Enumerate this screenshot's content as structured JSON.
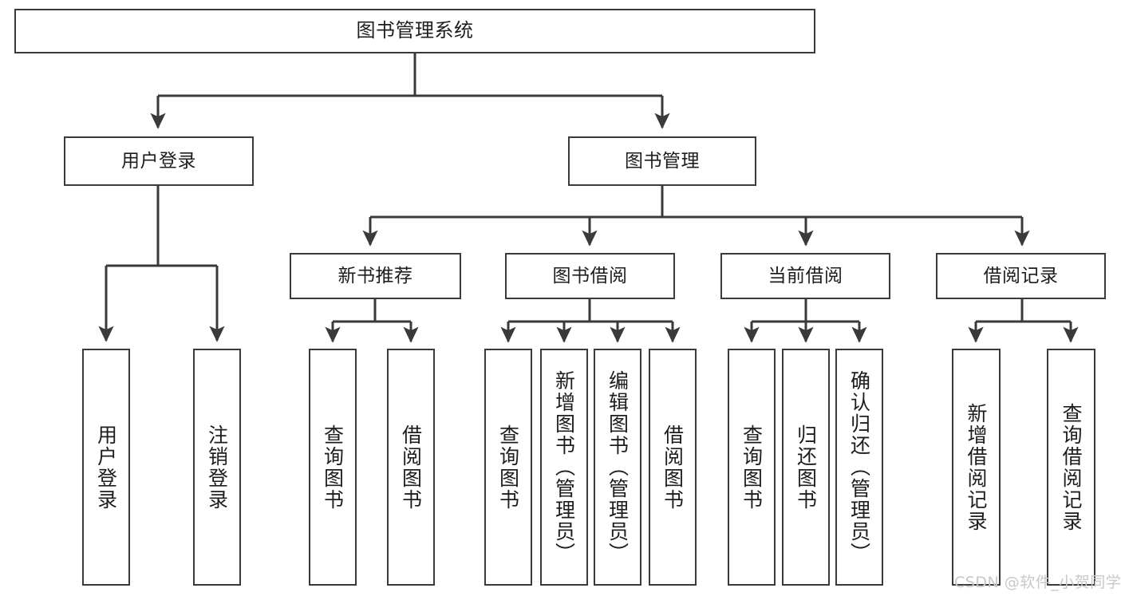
{
  "diagram": {
    "title": "图书管理系统",
    "watermark": "CSDN @软件_小贺同学",
    "colors": {
      "stroke": "#3a3a3a",
      "box_fill": "#ffffff",
      "text": "#1d1d1d",
      "background": "#ffffff",
      "watermark": "#c8c8c8"
    },
    "root": {
      "label": "图书管理系统"
    },
    "level2": [
      {
        "label": "用户登录"
      },
      {
        "label": "图书管理"
      }
    ],
    "level3": [
      {
        "label": "新书推荐"
      },
      {
        "label": "图书借阅"
      },
      {
        "label": "当前借阅"
      },
      {
        "label": "借阅记录"
      }
    ],
    "leaves": {
      "user_login": [
        {
          "label": "用户登录"
        },
        {
          "label": "注销登录"
        }
      ],
      "new_book_recommend": [
        {
          "label": "查询图书"
        },
        {
          "label": "借阅图书"
        }
      ],
      "book_borrow": [
        {
          "label": "查询图书"
        },
        {
          "label": "新增图书（管理员）"
        },
        {
          "label": "编辑图书（管理员）"
        },
        {
          "label": "借阅图书"
        }
      ],
      "current_borrow": [
        {
          "label": "查询图书"
        },
        {
          "label": "归还图书"
        },
        {
          "label": "确认归还（管理员）"
        }
      ],
      "borrow_record": [
        {
          "label": "新增借阅记录"
        },
        {
          "label": "查询借阅记录"
        }
      ]
    }
  }
}
